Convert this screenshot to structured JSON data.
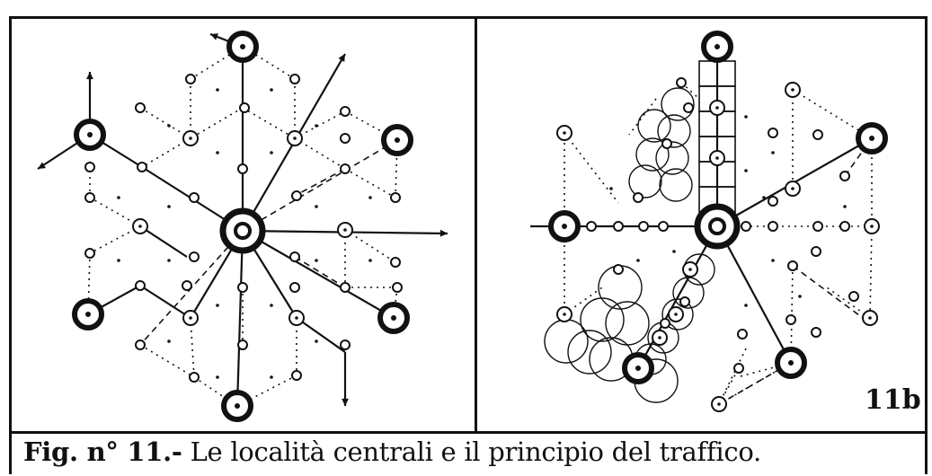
{
  "figure": {
    "caption_prefix": "Fig. n° 11.-",
    "caption_text": " Le località centrali e il principio del traffico.",
    "panel_b_label": "11b"
  }
}
